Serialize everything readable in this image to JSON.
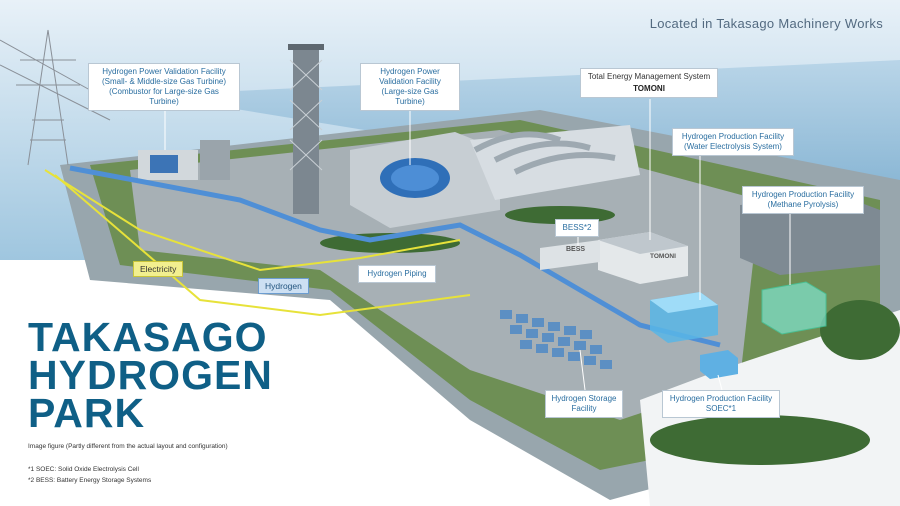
{
  "location_note": "Located in Takasago Machinery Works",
  "title_lines": [
    "TAKASAGO",
    "HYDROGEN",
    "PARK"
  ],
  "image_note": "Image figure (Partly different from the actual layout and configuration)",
  "footnotes": [
    "*1  SOEC: Solid Oxide Electrolysis Cell",
    "*2  BESS: Battery Energy Storage Systems"
  ],
  "callouts": {
    "small_mid_gt": [
      "Hydrogen Power Validation Facility",
      "(Small- & Middle-size Gas Turbine)",
      "(Combustor for Large-size Gas Turbine)"
    ],
    "large_gt": [
      "Hydrogen Power",
      "Validation Facility",
      "(Large-size Gas Turbine)"
    ],
    "tems": {
      "label": "Total Energy Management System",
      "logo": "TOMONI"
    },
    "water_electrolysis": [
      "Hydrogen Production Facility",
      "(Water Electrolysis System)"
    ],
    "methane_pyrolysis": [
      "Hydrogen Production Facility",
      "(Methane Pyrolysis)"
    ],
    "bess": "BESS*2",
    "hydrogen_piping": "Hydrogen Piping",
    "storage": [
      "Hydrogen Storage",
      "Facility"
    ],
    "soec": [
      "Hydrogen Production Facility",
      "SOEC*1"
    ]
  },
  "legend_tags": {
    "electricity": "Electricity",
    "hydrogen": "Hydrogen"
  },
  "building_labels": {
    "bess": "BESS",
    "tomoni": "TOMONI"
  },
  "colors": {
    "title": "#0f5f86",
    "callout_text": "#2a6ea0",
    "electricity": "#e7e23a",
    "hydrogen": "#4f8fd6",
    "sea": "#9dc3dc",
    "ground": "#8e9ea6"
  }
}
